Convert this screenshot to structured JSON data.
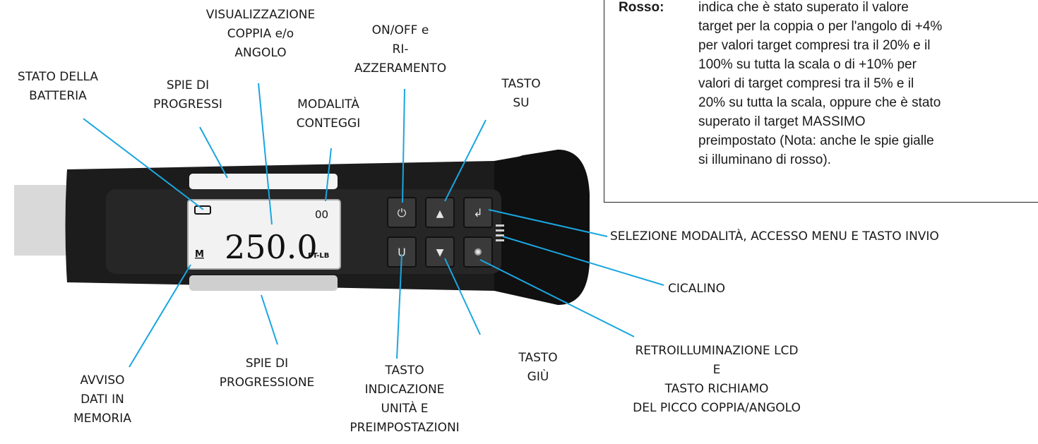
{
  "note": {
    "term": "Rosso:",
    "lines": [
      "indica che è stato superato il valore",
      "target per la coppia o per l'angolo di +4%",
      "per valori target compresi tra il 20% e il",
      "100% su tutta la scala o di +10% per",
      "valori di target compresi tra il 5% e il",
      "20% su tutta la scala, oppure che è stato",
      "superato il target MASSIMO",
      "preimpostato (Nota: anche le spie gialle",
      "si illuminano di rosso)."
    ]
  },
  "display": {
    "value": "250.0",
    "unit": "FT-LB",
    "counter": "00",
    "memory_flag": "M"
  },
  "keys": {
    "power": "⏻",
    "up": "▲",
    "enter": "↲",
    "units": "U",
    "down": "▼",
    "light": "✺"
  },
  "labels": {
    "battery": [
      "STATO DELLA",
      "BATTERIA"
    ],
    "progress_top": [
      "SPIE DI",
      "PROGRESSI"
    ],
    "display": [
      "VISUALIZZAZIONE",
      "COPPIA e/o",
      "ANGOLO"
    ],
    "count_mode": [
      "MODALITÀ",
      "CONTEGGI"
    ],
    "onoff": [
      "ON/OFF e",
      "RI-",
      "AZZERAMENTO"
    ],
    "key_up": [
      "TASTO",
      "SU"
    ],
    "mode_select": [
      "SELEZIONE MODALITÀ, ACCESSO MENU E TASTO INVIO"
    ],
    "buzzer": [
      "CICALINO"
    ],
    "backlight": [
      "RETROILLUMINAZIONE LCD",
      "E",
      "TASTO RICHIAMO",
      "DEL PICCO COPPIA/ANGOLO"
    ],
    "key_down": [
      "TASTO",
      "GIÙ"
    ],
    "units_key": [
      "TASTO",
      "INDICAZIONE",
      "UNITÀ E",
      "PREIMPOSTAZIONI"
    ],
    "progress_bottom": [
      "SPIE DI",
      "PROGRESSIONE"
    ],
    "memory": [
      "AVVISO",
      "DATI IN",
      "MEMORIA"
    ]
  },
  "colors": {
    "leader": "#1ba6e0",
    "body": "#1c1c1c",
    "lcd": "#f2f2f2",
    "key": "#3a3a3a"
  }
}
